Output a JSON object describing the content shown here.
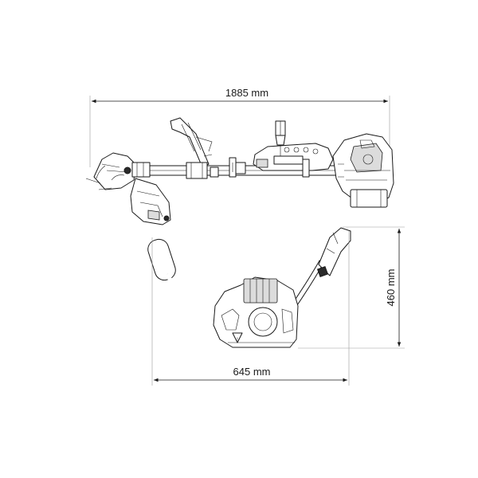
{
  "dimensions": {
    "overall_length": "1885 mm",
    "handle_width": "645 mm",
    "handle_height": "460 mm"
  }
}
